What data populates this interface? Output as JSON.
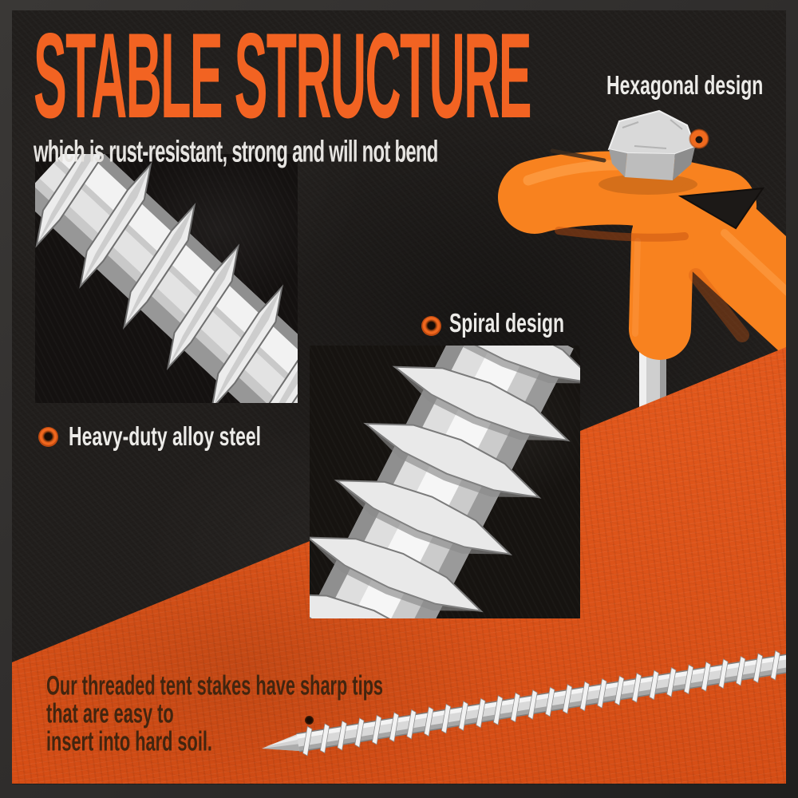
{
  "headline": {
    "title": "STABLE STRUCTURE",
    "subtitle": "which is rust-resistant, strong and will not bend"
  },
  "callouts": {
    "hexagonal": "Hexagonal design",
    "spiral": "Spiral design",
    "material": "Heavy-duty alloy steel"
  },
  "footer": {
    "lines": [
      "Our threaded tent stakes have sharp tips",
      "that are easy to",
      "insert into hard soil."
    ]
  },
  "figures": {
    "left_inset": "threaded-stake-thread-closeup",
    "middle_inset": "spiral-thread-closeup",
    "top_right": "orange-t-handle-with-hex-bolt-and-steel-shaft",
    "bottom": "threaded-stake-with-sharp-tip"
  },
  "icons": {
    "bullet": "orange-ring-bullet",
    "grommet": "orange-ring-grommet"
  },
  "colors": {
    "accent_orange": "#F26322",
    "band_orange": "#E0561B",
    "handle_orange": "#F8821F",
    "background_dark": "#211E1C",
    "frame_gray": "#2E2C2B",
    "text_light": "#E6E4E1",
    "footer_text_dark": "#42250F",
    "metal_silver": "#D6D6D6"
  }
}
